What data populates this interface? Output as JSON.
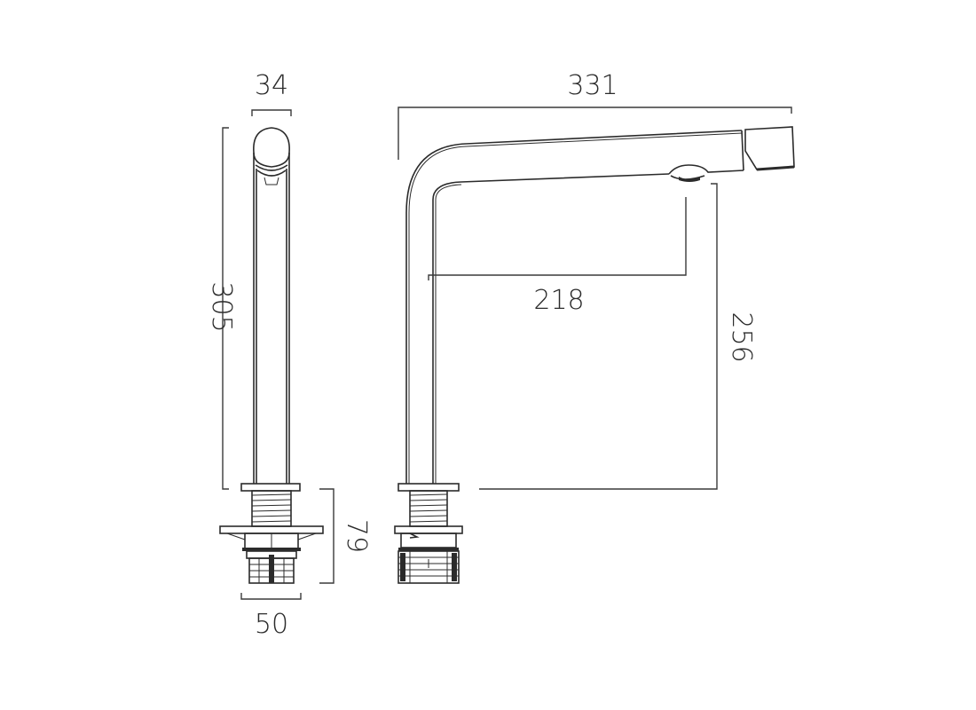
{
  "drawing": {
    "subject": "tall basin mixer tap technical drawing",
    "views": [
      "side-view",
      "front-elevation"
    ],
    "dimensions": {
      "side_width_top": "34",
      "side_height": "305",
      "base_height": "79",
      "base_width": "50",
      "overall_reach": "331",
      "outlet_reach": "218",
      "outlet_height": "256"
    },
    "units": "mm",
    "line_color": "#2b2b2b",
    "background": "#ffffff"
  }
}
